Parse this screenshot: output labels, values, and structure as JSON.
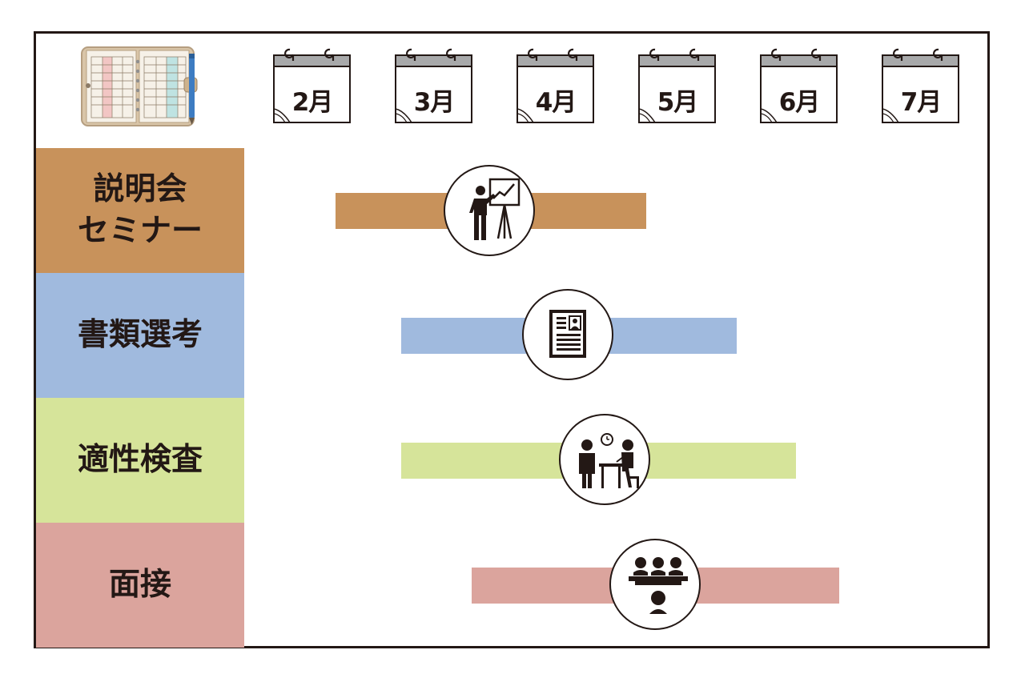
{
  "months": [
    "2月",
    "3月",
    "4月",
    "5月",
    "6月",
    "7月"
  ],
  "categories": [
    {
      "label": "説明会\nセミナー",
      "color": "#c8925b",
      "start_month": "2月",
      "end_month": "4月",
      "icon": "presentation-icon"
    },
    {
      "label": "書類選考",
      "color": "#a0bade",
      "start_month": "3月",
      "end_month": "5月",
      "icon": "resume-document-icon"
    },
    {
      "label": "適性検査",
      "color": "#d6e49a",
      "start_month": "3月",
      "end_month": "6月",
      "icon": "test-taking-icon"
    },
    {
      "label": "面接",
      "color": "#dba49d",
      "start_month": "3月",
      "end_month": "6月",
      "icon": "interview-panel-icon"
    }
  ],
  "planner_icon": "planner-notebook-icon",
  "calendar_icon": "desk-calendar-icon"
}
